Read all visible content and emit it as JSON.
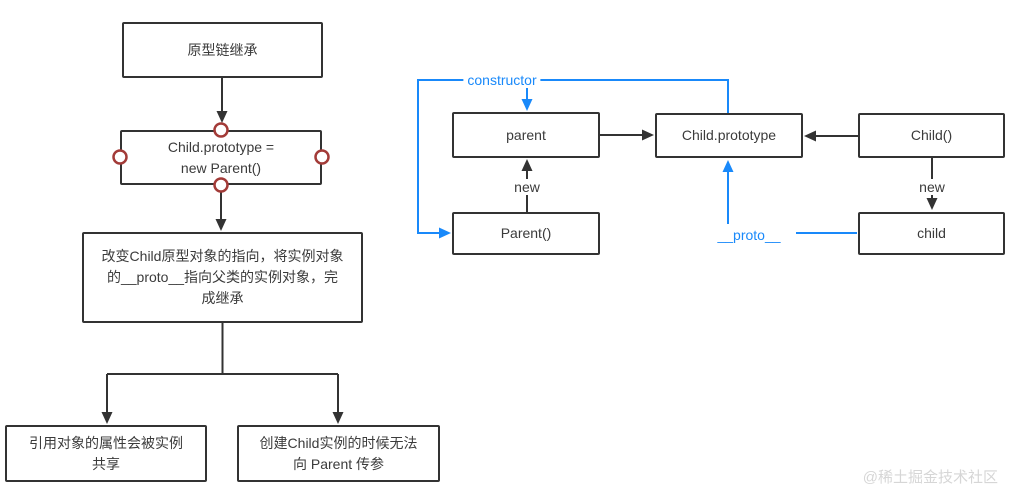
{
  "flowchart": {
    "title": "原型链继承",
    "code_line1": "Child.prototype =",
    "code_line2": "new Parent()",
    "description": "改变Child原型对象的指向，将实例对象的__proto__指向父类的实例对象，完成继承",
    "drawback1": "引用对象的属性会被实例共享",
    "drawback2": "创建Child实例的时候无法向 Parent 传参"
  },
  "graph": {
    "parent_instance": "parent",
    "child_prototype": "Child.prototype",
    "child_constructor": "Child()",
    "parent_constructor": "Parent()",
    "child_instance": "child",
    "constructor_label": "constructor",
    "proto_label": "__proto__",
    "new_label_parent": "new",
    "new_label_child": "new"
  },
  "watermark": "@稀土掘金技术社区",
  "colors": {
    "line": "#333333",
    "accent_blue": "#1989fa",
    "handle_red": "#a33b38",
    "watermark_gray": "#d6d6d6"
  }
}
